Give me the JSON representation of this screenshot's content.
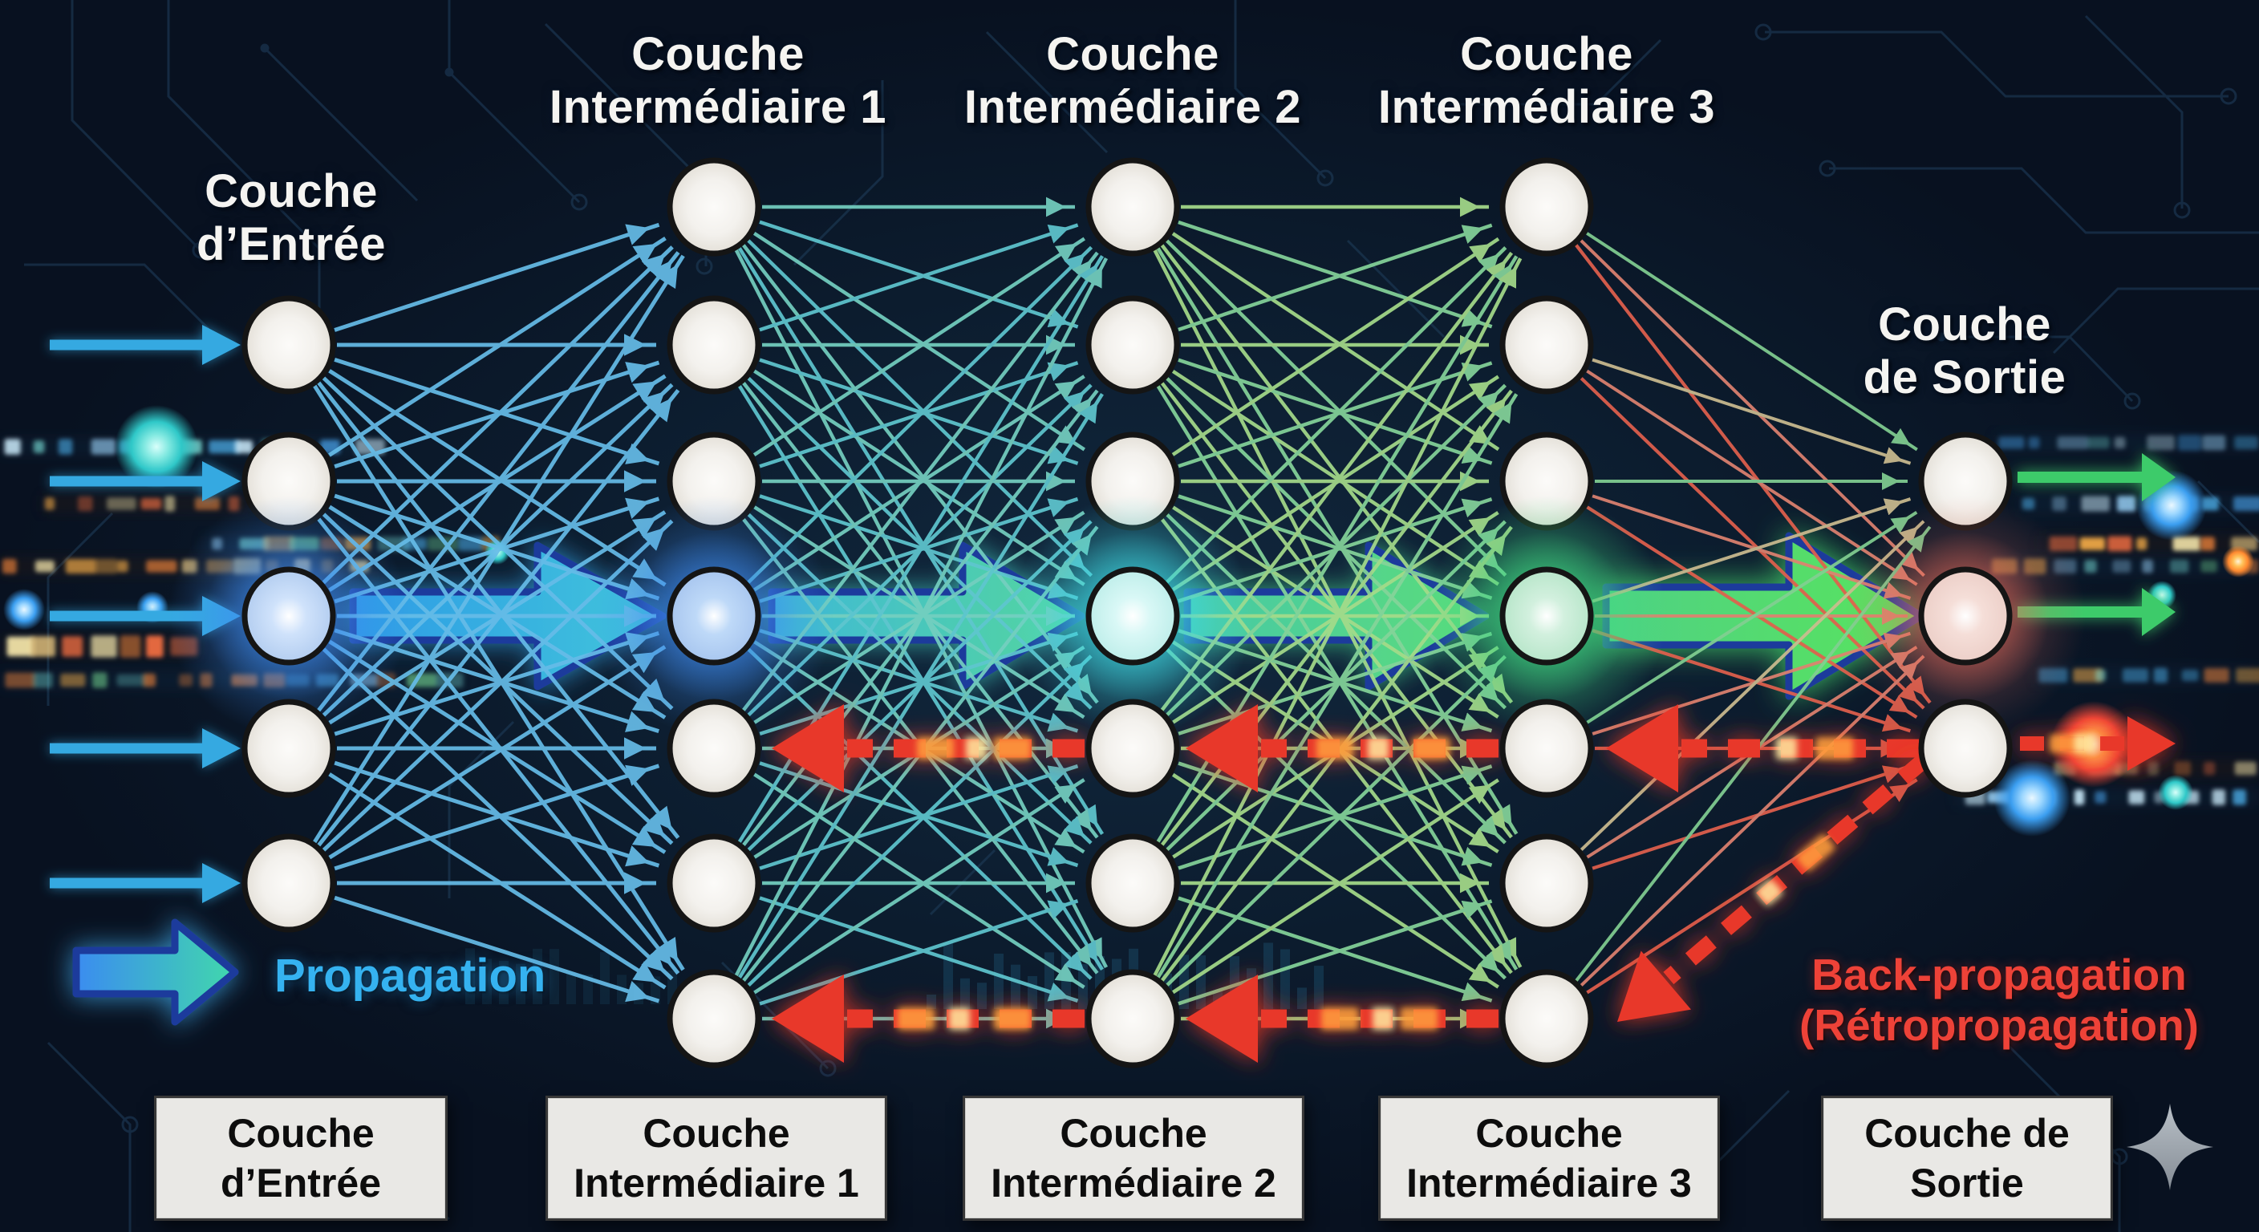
{
  "page": {
    "background": "#0b1726"
  },
  "headers": {
    "input": {
      "l1": "Couche",
      "l2": "d’Entrée"
    },
    "hidden1": {
      "l1": "Couche",
      "l2": "Intermédiaire 1"
    },
    "hidden2": {
      "l1": "Couche",
      "l2": "Intermédiaire 2"
    },
    "hidden3": {
      "l1": "Couche",
      "l2": "Intermédiaire 3"
    },
    "output": {
      "l1": "Couche",
      "l2": "de Sortie"
    }
  },
  "footer_boxes": {
    "input": {
      "l1": "Couche",
      "l2": "d’Entrée"
    },
    "hidden1": {
      "l1": "Couche",
      "l2": "Intermédiaire 1"
    },
    "hidden2": {
      "l1": "Couche",
      "l2": "Intermédiaire 2"
    },
    "hidden3": {
      "l1": "Couche",
      "l2": "Intermédiaire 3"
    },
    "output": {
      "l1": "Couche de",
      "l2": "Sortie"
    }
  },
  "legend": {
    "propagation": "Propagation",
    "backprop_line1": "Back-propagation",
    "backprop_line2": "(Rétropropagation)"
  },
  "colors": {
    "propagation_label": "#35b2f0",
    "backprop_label": "#ee4238",
    "mesh_input_h1": "#66bce8",
    "mesh_h1_h2_a": "#5fc6cf",
    "mesh_h1_h2_b": "#74cfc0",
    "mesh_h2_h3_a": "#85d49a",
    "mesh_h2_h3_b": "#a5db8a",
    "mesh_h3_out_salmon": "#df8270",
    "mesh_h3_out_red": "#e2604d",
    "mesh_h3_out_tan": "#ccbc90",
    "mesh_h3_out_green": "#82cf92",
    "backprop_arrow": "#e8392b",
    "backprop_bright1": "#ff9f3e",
    "backprop_bright2": "#ffe9a0",
    "forward_arrow_border": "#1d3a9c",
    "node_fill": "#f3f1ed",
    "node_border": "#151515",
    "label_box_bg": "#e9e8e5",
    "header_text": "#f5f4f1",
    "input_arrow": "#36a9e1",
    "output_arrow_green": "#3ecb6b",
    "sparkle": "#9aa2ab",
    "big_arrow_gradients": [
      [
        "#2d9be6",
        "#41c6da"
      ],
      [
        "#3eb9d6",
        "#55d69e"
      ],
      [
        "#47c9a6",
        "#5cdc7a"
      ],
      [
        "#4fd184",
        "#58e45c"
      ],
      [
        "#3a8cf0",
        "#41d8ac"
      ]
    ]
  },
  "network": {
    "layers": [
      {
        "id": "input",
        "label": "Couche d’Entrée",
        "nodes": 5
      },
      {
        "id": "hidden1",
        "label": "Couche Intermédiaire 1",
        "nodes": 7
      },
      {
        "id": "hidden2",
        "label": "Couche Intermédiaire 2",
        "nodes": 7
      },
      {
        "id": "hidden3",
        "label": "Couche Intermédiaire 3",
        "nodes": 7
      },
      {
        "id": "output",
        "label": "Couche de Sortie",
        "nodes": 3
      }
    ],
    "glow_nodes": {
      "input": {
        "aura": "#3f8df2",
        "mid": "#cfe2fb",
        "edge": "#b3cdf0"
      },
      "hidden1": {
        "aura": "#3f8df2",
        "mid": "#bed9f8",
        "edge": "#a8c6ef"
      },
      "hidden2": {
        "aura": "#3fd9e2",
        "mid": "#d9f8f6",
        "edge": "#bfeeea"
      },
      "hidden3": {
        "aura": "#41dc82",
        "mid": "#d2f0de",
        "edge": "#b8e6ca"
      },
      "output": {
        "aura": "#ee6e5c",
        "mid": "#f5ded8",
        "edge": "#eccfc8"
      }
    }
  }
}
